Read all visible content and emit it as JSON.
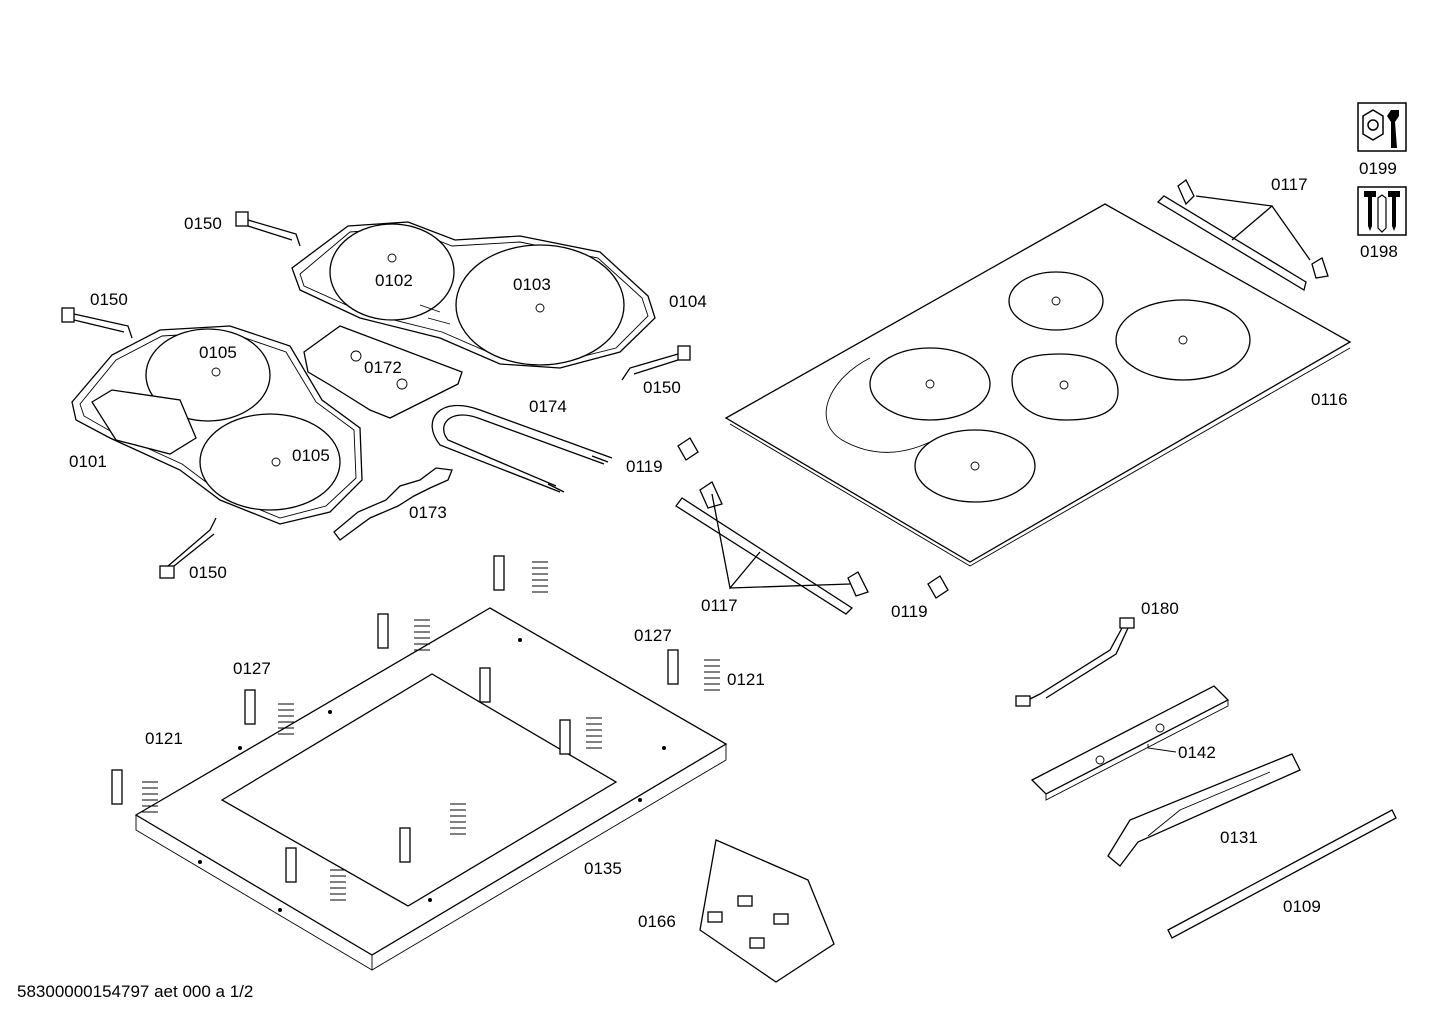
{
  "labels": {
    "p0150_a": "0150",
    "p0150_b": "0150",
    "p0150_c": "0150",
    "p0150_d": "0150",
    "p0102": "0102",
    "p0103": "0103",
    "p0104": "0104",
    "p0105_a": "0105",
    "p0105_b": "0105",
    "p0172": "0172",
    "p0174": "0174",
    "p0101": "0101",
    "p0173": "0173",
    "p0119_a": "0119",
    "p0119_b": "0119",
    "p0117_a": "0117",
    "p0117_b": "0117",
    "p0116": "0116",
    "p0199": "0199",
    "p0198": "0198",
    "p0180": "0180",
    "p0142": "0142",
    "p0131": "0131",
    "p0109": "0109",
    "p0127_a": "0127",
    "p0127_b": "0127",
    "p0121_a": "0121",
    "p0121_b": "0121",
    "p0135": "0135",
    "p0166": "0166"
  },
  "footer": "58300000154797 aet 000 a 1/2",
  "icons": {
    "service_tool": "wrench-nut-icon",
    "screws": "screws-icon"
  }
}
